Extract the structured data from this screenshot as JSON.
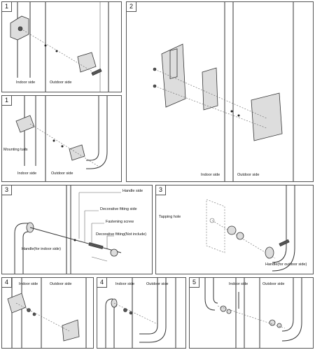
{
  "panels": [
    {
      "step": "1",
      "labels": {
        "indoor": "Indoor side",
        "outdoor": "Outdoor side"
      }
    },
    {
      "step": "2",
      "labels": {
        "indoor": "Indoor side",
        "outdoor": "Outdoor side"
      }
    },
    {
      "step": "1",
      "labels": {
        "mount": "Mounting tuds",
        "indoor": "Indoor side",
        "outdoor": "Outdoor side"
      }
    },
    {
      "step": "3",
      "labels": {
        "handle_side": "Handle side",
        "deco_side": "Decorative fitting side",
        "screw": "Fastening screw",
        "deco_not": "Decorative fitting(Not include)",
        "handle_indoor": "Handle(for indoor side)"
      }
    },
    {
      "step": "3",
      "labels": {
        "tapping": "Tapping hole",
        "handle_outdoor": "Handle(for outdoor side)"
      }
    },
    {
      "step": "4",
      "labels": {
        "indoor": "Indoor side",
        "outdoor": "Outdoor side"
      }
    },
    {
      "step": "4",
      "labels": {
        "indoor": "Indoor side",
        "outdoor": "Outdoor side"
      }
    },
    {
      "step": "5",
      "labels": {
        "indoor": "Indoor side",
        "outdoor": "Outdoor side"
      }
    }
  ]
}
